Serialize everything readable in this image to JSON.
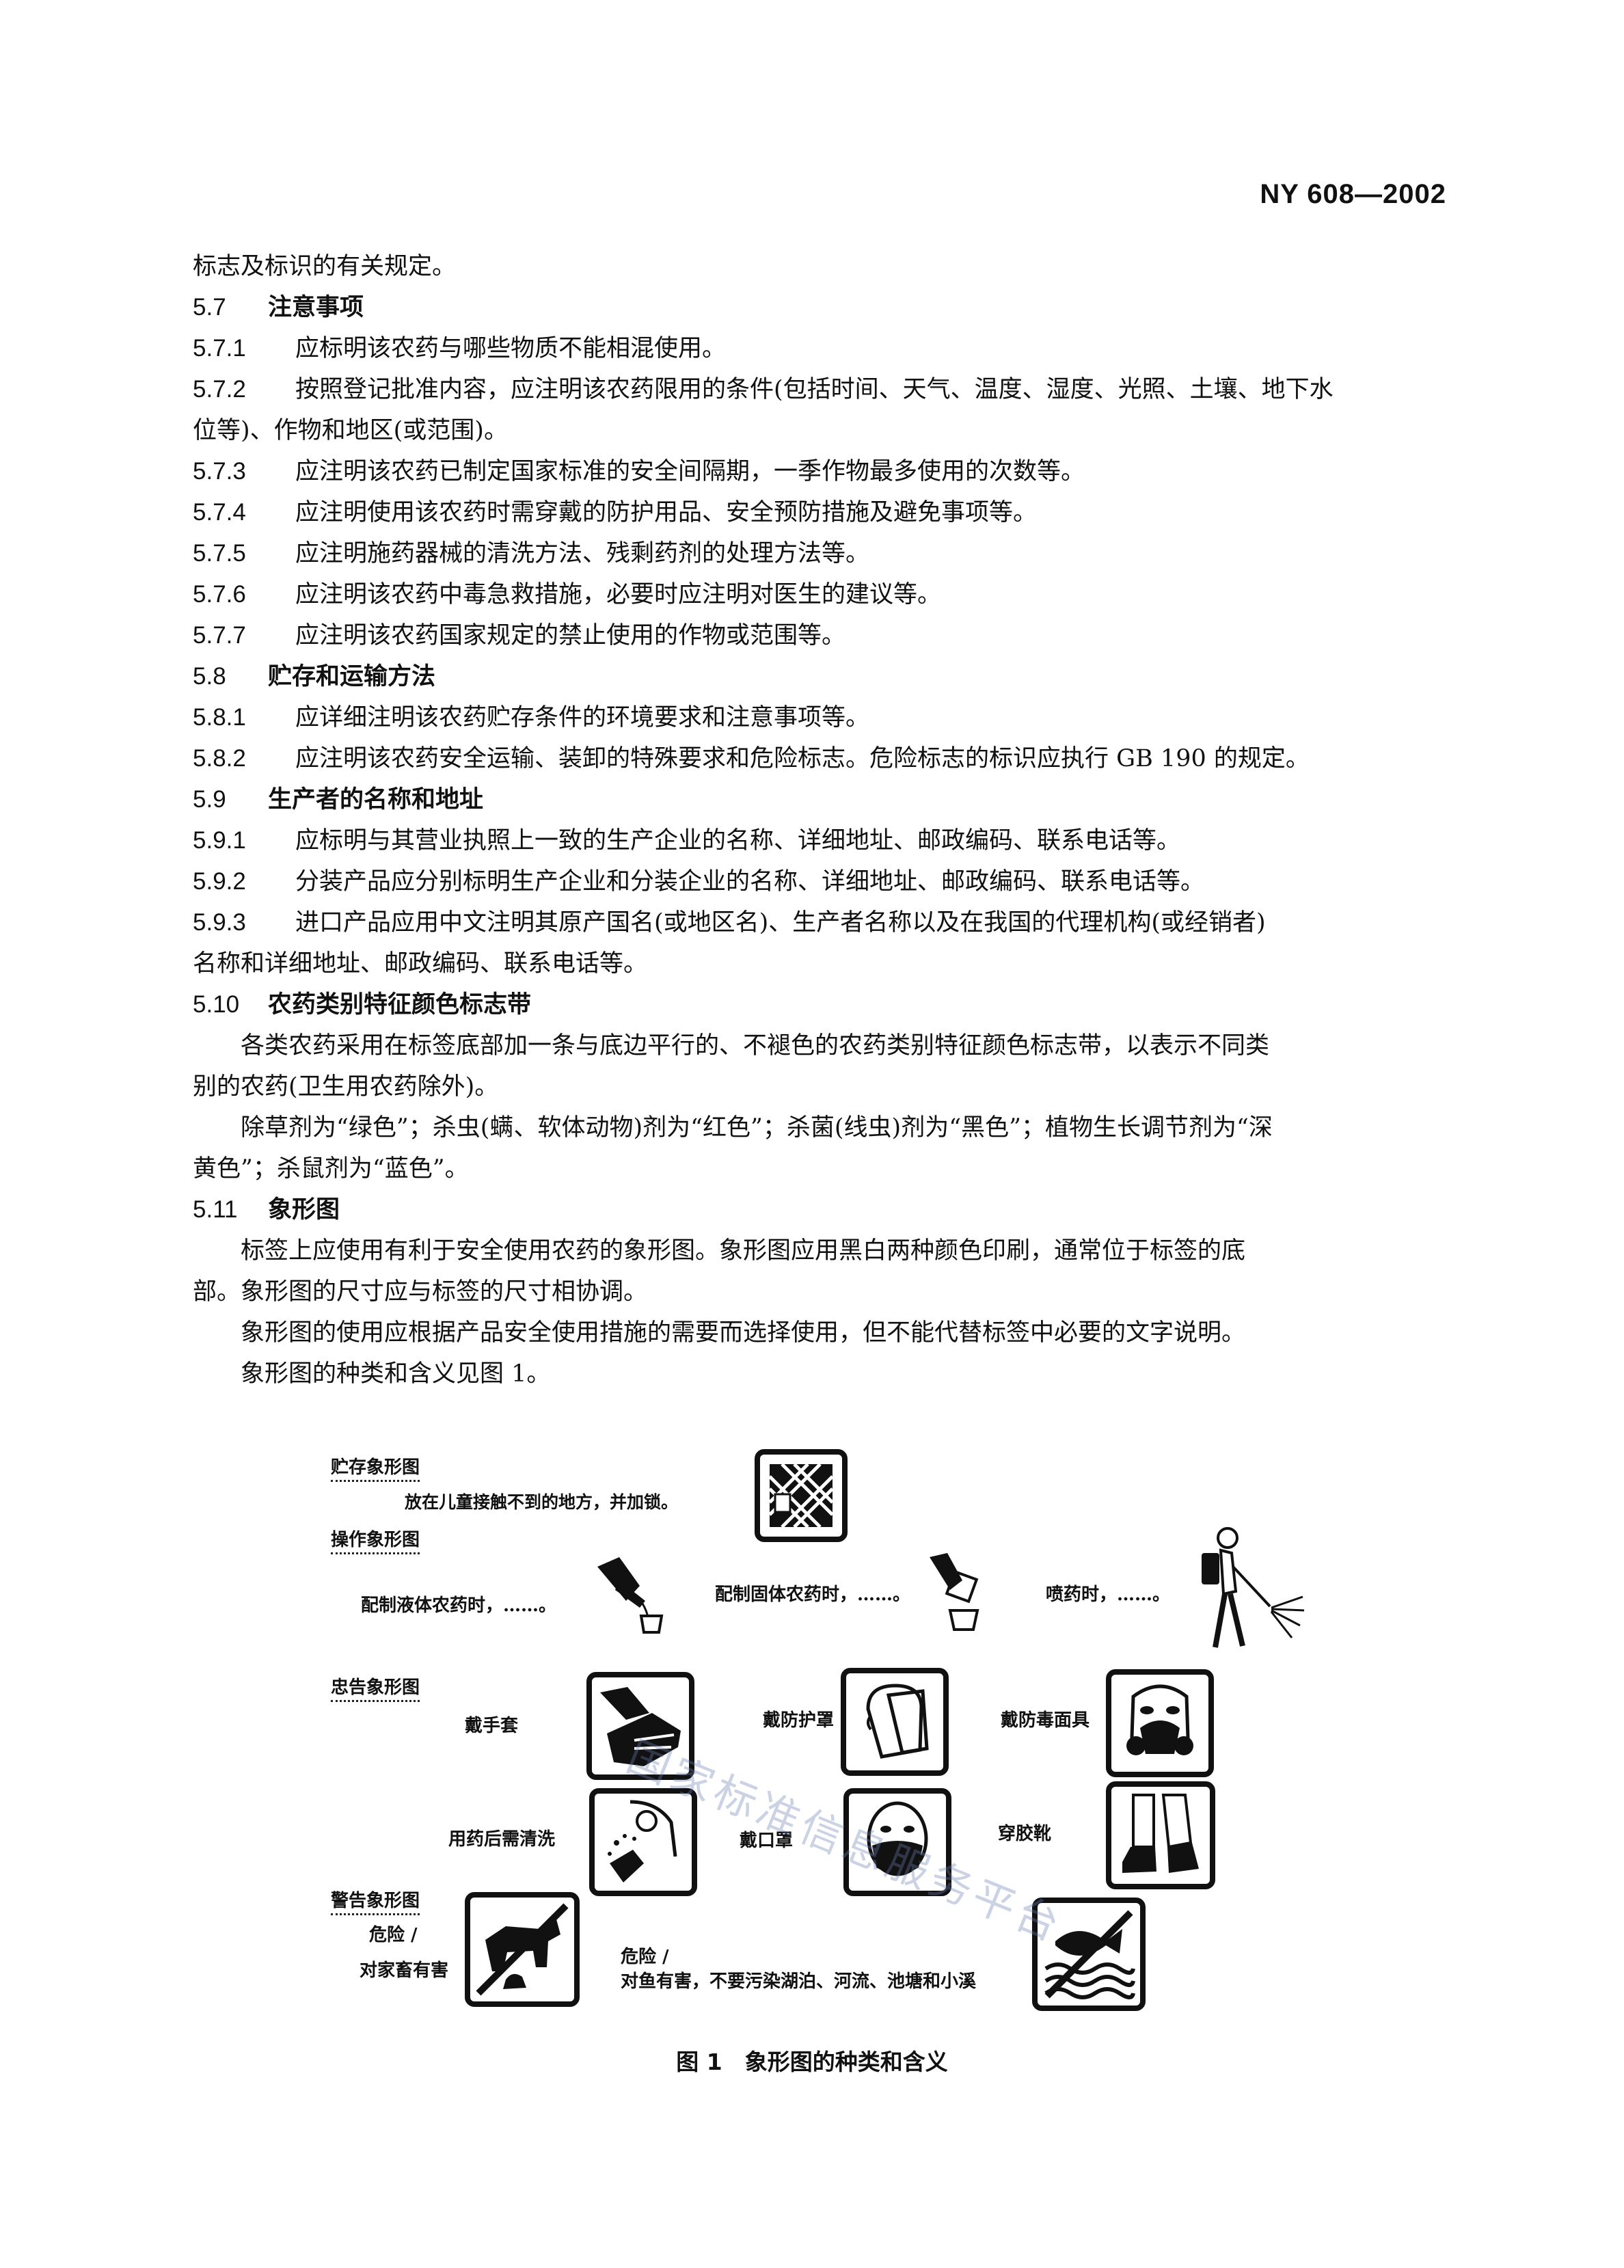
{
  "header": {
    "standard_number": "NY 608—2002"
  },
  "content": {
    "lines": [
      {
        "kind": "text",
        "text": "标志及标识的有关规定。"
      },
      {
        "kind": "heading",
        "num": "5.7",
        "text": "注意事项"
      },
      {
        "kind": "item",
        "num": "5.7.1",
        "text": "应标明该农药与哪些物质不能相混使用。"
      },
      {
        "kind": "item",
        "num": "5.7.2",
        "text": "按照登记批准内容，应注明该农药限用的条件(包括时间、天气、温度、湿度、光照、土壤、地下水"
      },
      {
        "kind": "text",
        "text": "位等)、作物和地区(或范围)。"
      },
      {
        "kind": "item",
        "num": "5.7.3",
        "text": "应注明该农药已制定国家标准的安全间隔期，一季作物最多使用的次数等。"
      },
      {
        "kind": "item",
        "num": "5.7.4",
        "text": "应注明使用该农药时需穿戴的防护用品、安全预防措施及避免事项等。"
      },
      {
        "kind": "item",
        "num": "5.7.5",
        "text": "应注明施药器械的清洗方法、残剩药剂的处理方法等。"
      },
      {
        "kind": "item",
        "num": "5.7.6",
        "text": "应注明该农药中毒急救措施，必要时应注明对医生的建议等。"
      },
      {
        "kind": "item",
        "num": "5.7.7",
        "text": "应注明该农药国家规定的禁止使用的作物或范围等。"
      },
      {
        "kind": "heading",
        "num": "5.8",
        "text": "贮存和运输方法"
      },
      {
        "kind": "item",
        "num": "5.8.1",
        "text": "应详细注明该农药贮存条件的环境要求和注意事项等。"
      },
      {
        "kind": "item",
        "num": "5.8.2",
        "text": "应注明该农药安全运输、装卸的特殊要求和危险标志。危险标志的标识应执行 GB 190 的规定。"
      },
      {
        "kind": "heading",
        "num": "5.9",
        "text": "生产者的名称和地址"
      },
      {
        "kind": "item",
        "num": "5.9.1",
        "text": "应标明与其营业执照上一致的生产企业的名称、详细地址、邮政编码、联系电话等。"
      },
      {
        "kind": "item",
        "num": "5.9.2",
        "text": "分装产品应分别标明生产企业和分装企业的名称、详细地址、邮政编码、联系电话等。"
      },
      {
        "kind": "item",
        "num": "5.9.3",
        "text": "进口产品应用中文注明其原产国名(或地区名)、生产者名称以及在我国的代理机构(或经销者)"
      },
      {
        "kind": "text",
        "text": "名称和详细地址、邮政编码、联系电话等。"
      },
      {
        "kind": "heading",
        "num": "5.10",
        "text": "农药类别特征颜色标志带"
      },
      {
        "kind": "indent",
        "text": "各类农药采用在标签底部加一条与底边平行的、不褪色的农药类别特征颜色标志带，以表示不同类"
      },
      {
        "kind": "text",
        "text": "别的农药(卫生用农药除外)。"
      },
      {
        "kind": "indent",
        "text": "除草剂为“绿色”；杀虫(螨、软体动物)剂为“红色”；杀菌(线虫)剂为“黑色”；植物生长调节剂为“深"
      },
      {
        "kind": "text",
        "text": "黄色”；杀鼠剂为“蓝色”。"
      },
      {
        "kind": "heading",
        "num": "5.11",
        "text": "象形图"
      },
      {
        "kind": "indent",
        "text": "标签上应使用有利于安全使用农药的象形图。象形图应用黑白两种颜色印刷，通常位于标签的底"
      },
      {
        "kind": "text",
        "text": "部。象形图的尺寸应与标签的尺寸相协调。"
      },
      {
        "kind": "indent",
        "text": "象形图的使用应根据产品安全使用措施的需要而选择使用，但不能代替标签中必要的文字说明。"
      },
      {
        "kind": "indent",
        "text": "象形图的种类和含义见图 1。"
      }
    ]
  },
  "figure": {
    "sections": {
      "storage": "贮存象形图",
      "operation": "操作象形图",
      "advice": "忠告象形图",
      "warning": "警告象形图"
    },
    "storage_text": "放在儿童接触不到的地方，并加锁。",
    "operation_items": {
      "liquid": "配制液体农药时，……。",
      "solid": "配制固体农药时，……。",
      "spray": "喷药时，……。"
    },
    "advice_items": {
      "gloves": "戴手套",
      "face_shield": "戴防护罩",
      "gas_mask": "戴防毒面具",
      "wash": "用药后需清洗",
      "mouth_mask": "戴口罩",
      "boots": "穿胶靴"
    },
    "warning_items": {
      "livestock_1": "危险 /",
      "livestock_2": "对家畜有害",
      "fish_1": "危险 /",
      "fish_2": "对鱼有害，不要污染湖泊、河流、池塘和小溪"
    },
    "caption": "图 1　象形图的种类和含义",
    "watermark": "国家标准信息服务平台"
  }
}
